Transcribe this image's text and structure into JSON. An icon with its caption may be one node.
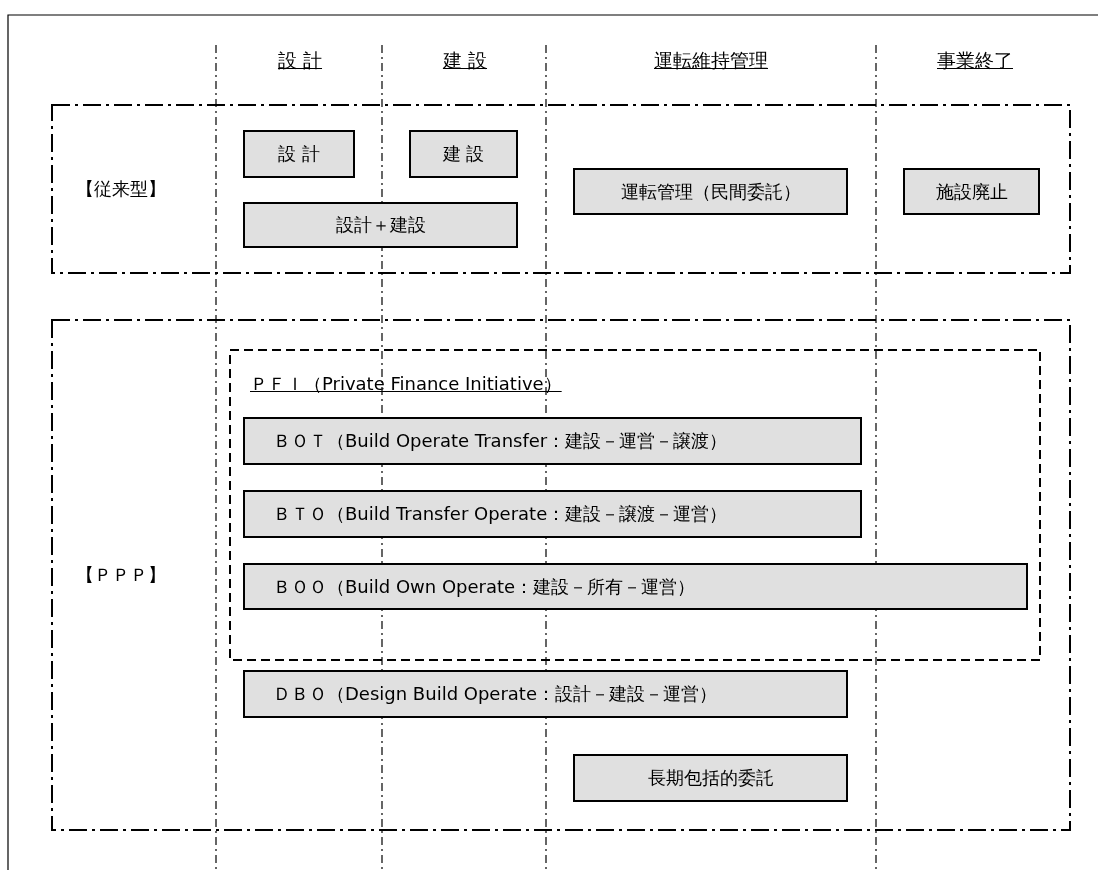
{
  "diagram": {
    "nodes": [
      {
        "text": [
          "【従来型】"
        ]
      },
      {
        "text": [
          "設 計"
        ],
        "in": 0
      },
      {
        "text": [
          "建 設"
        ],
        "in": 0
      },
      {
        "text": [
          "設計＋建設"
        ],
        "in": 0
      },
      {
        "text": [
          "運転管理（民間委託）"
        ],
        "in": 0
      },
      {
        "text": [
          "施設廃止"
        ],
        "in": 0
      },
      {
        "text": [
          "【ＰＰＰ】"
        ]
      },
      {
        "text": [
          "ＰＦＩ（Private Finance Initiative）"
        ],
        "in": 6
      },
      {
        "text": [
          "ＢＯＴ（Build Operate Transfer：建設－運営－譲渡）"
        ],
        "in": 7
      },
      {
        "text": [
          "ＢＴＯ（Build Transfer Operate：建設－譲渡－運営）"
        ],
        "in": 7
      },
      {
        "text": [
          "ＢＯＯ（Build Own Operate：建設－所有－運営）"
        ],
        "in": 7
      },
      {
        "text": [
          "ＤＢＯ（Design Build Operate：設計－建設－運営）"
        ],
        "in": 6
      },
      {
        "text": [
          "長期包括的委託"
        ],
        "in": 6
      }
    ],
    "edges": [],
    "labels": [
      "設 計",
      "建 設",
      "運転維持管理",
      "事業終了"
    ]
  }
}
